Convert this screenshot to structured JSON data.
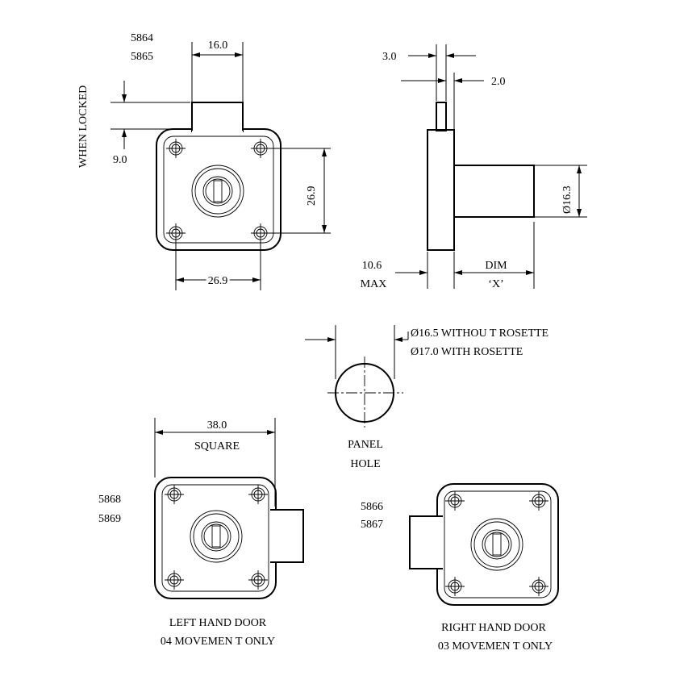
{
  "top_left_view": {
    "part_numbers": [
      "5864",
      "5865"
    ],
    "dim_width": "16.0",
    "when_locked": "WHEN LOCKED",
    "dim_throw": "9.0",
    "dim_centers_v": "26.9",
    "dim_centers_h": "26.9"
  },
  "side_view": {
    "dim_bolt": "3.0",
    "dim_gap": "2.0",
    "dim_cylinder_dia": "Ø16.3",
    "dim_plate_line1": "10.6",
    "dim_plate_line2": "MAX",
    "dim_x_line1": "DIM",
    "dim_x_line2": "‘X’"
  },
  "panel_hole": {
    "note_line1": "Ø16.5 WITHOU T ROSETTE",
    "note_line2": "Ø17.0 WITH ROSETTE",
    "label_line1": "PANEL",
    "label_line2": "HOLE"
  },
  "left_hand_view": {
    "dim_size": "38.0",
    "dim_label": "SQUARE",
    "part_numbers": [
      "5868",
      "5869"
    ],
    "caption_line1": "LEFT HAND DOOR",
    "caption_line2": "04 MOVEMEN T ONLY"
  },
  "right_hand_view": {
    "part_numbers": [
      "5866",
      "5867"
    ],
    "caption_line1": "RIGHT HAND DOOR",
    "caption_line2": "03 MOVEMEN T ONLY"
  }
}
